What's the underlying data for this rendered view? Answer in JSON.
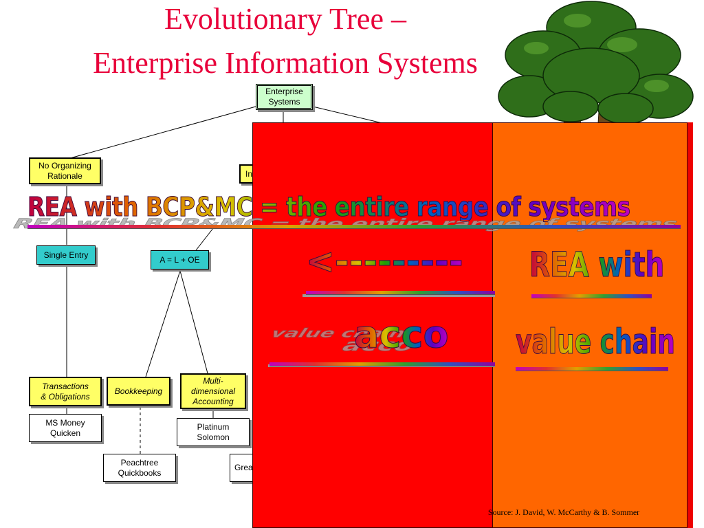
{
  "title": {
    "line1": "Evolutionary Tree –",
    "line2": "Enterprise Information Systems"
  },
  "nodes": {
    "enterprise_systems": "Enterprise\nSystems",
    "no_organizing_rationale": "No Organizing\nRationale",
    "integrated_partial": "In",
    "single_entry": "Single Entry",
    "accounting_equation": "A = L + OE",
    "transactions_obligations": "Transactions\n& Obligations",
    "bookkeeping": "Bookkeeping",
    "multidimensional_accounting": "Multi-\ndimensional\nAccounting",
    "ms_money_quicken": "MS Money\nQuicken",
    "platinum_solomon": "Platinum\nSolomon",
    "peachtree_quickbooks": "Peachtree\nQuickbooks",
    "great_partial": "Grea"
  },
  "overlay": {
    "headline": "REA with BCP&MC = the entire range of systems",
    "arrow": "<---------",
    "rea_with": "REA with",
    "acco": "acco",
    "value_chain": "value chain"
  },
  "source": "Source: J. David, W. McCarthy & B. Sommer",
  "colors": {
    "title": "#e8003a",
    "node_yellow": "#ffff66",
    "node_green": "#ccffcc",
    "node_teal": "#33cccc",
    "panel_red": "#ff0000",
    "panel_orange": "#ff6600",
    "tree_foliage": "#2f6e1a",
    "tree_trunk": "#6b4a1c"
  }
}
